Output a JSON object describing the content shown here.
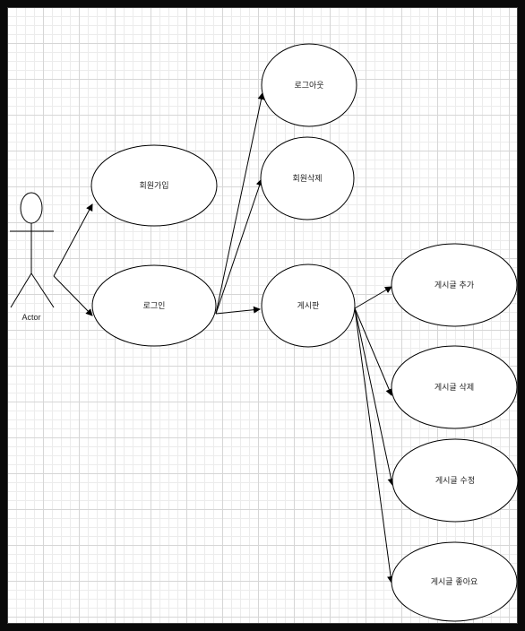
{
  "actor": {
    "label": "Actor"
  },
  "usecases": {
    "signup": "회원가입",
    "login": "로그인",
    "logout": "로그아웃",
    "withdraw": "회원삭제",
    "board": "게시판",
    "post_add": "게시글 추가",
    "post_delete": "게시글 삭제",
    "post_edit": "게시글 수정",
    "post_like": "게시글 좋아요"
  },
  "colors": {
    "background": "#ffffff",
    "grid": "#d6d6d6",
    "stroke": "#000000",
    "outer": "#0a0a0a"
  }
}
